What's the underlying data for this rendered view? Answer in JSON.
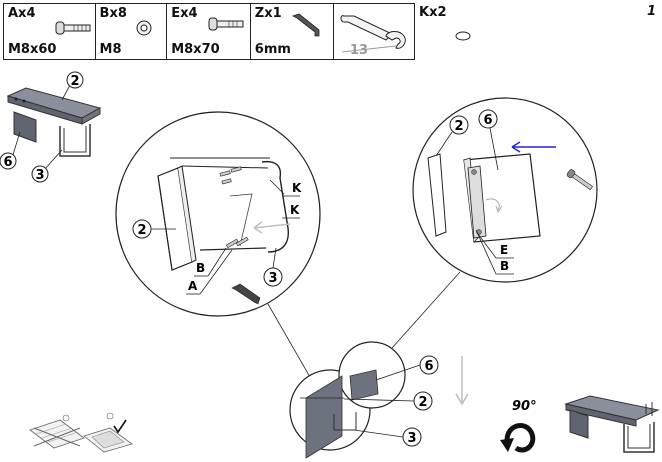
{
  "page_number": "1",
  "parts": [
    {
      "qty": "Ax4",
      "spec": "M8x60",
      "icon": "bolt-m8x60-icon"
    },
    {
      "qty": "Bx8",
      "spec": "M8",
      "icon": "washer-icon"
    },
    {
      "qty": "Ex4",
      "spec": "M8x70",
      "icon": "bolt-m8x70-icon"
    },
    {
      "qty": "Zx1",
      "spec": "6mm",
      "icon": "hex-key-icon"
    },
    {
      "qty": "",
      "spec": "",
      "icon": "wrench-icon",
      "wrench_size": "13"
    },
    {
      "qty": "Kx2",
      "spec": "",
      "icon": "cap-icon"
    }
  ],
  "callouts": {
    "two": "2",
    "three": "3",
    "six": "6"
  },
  "letters": {
    "a": "A",
    "b": "B",
    "e": "E",
    "k": "K"
  },
  "rotation_label": "90°",
  "colors": {
    "line": "#222222",
    "panel": "#8a8f9c",
    "panel_dark": "#5e6470",
    "arrow_blue": "#2222dd",
    "arrow_gray": "#b8b8b8"
  }
}
